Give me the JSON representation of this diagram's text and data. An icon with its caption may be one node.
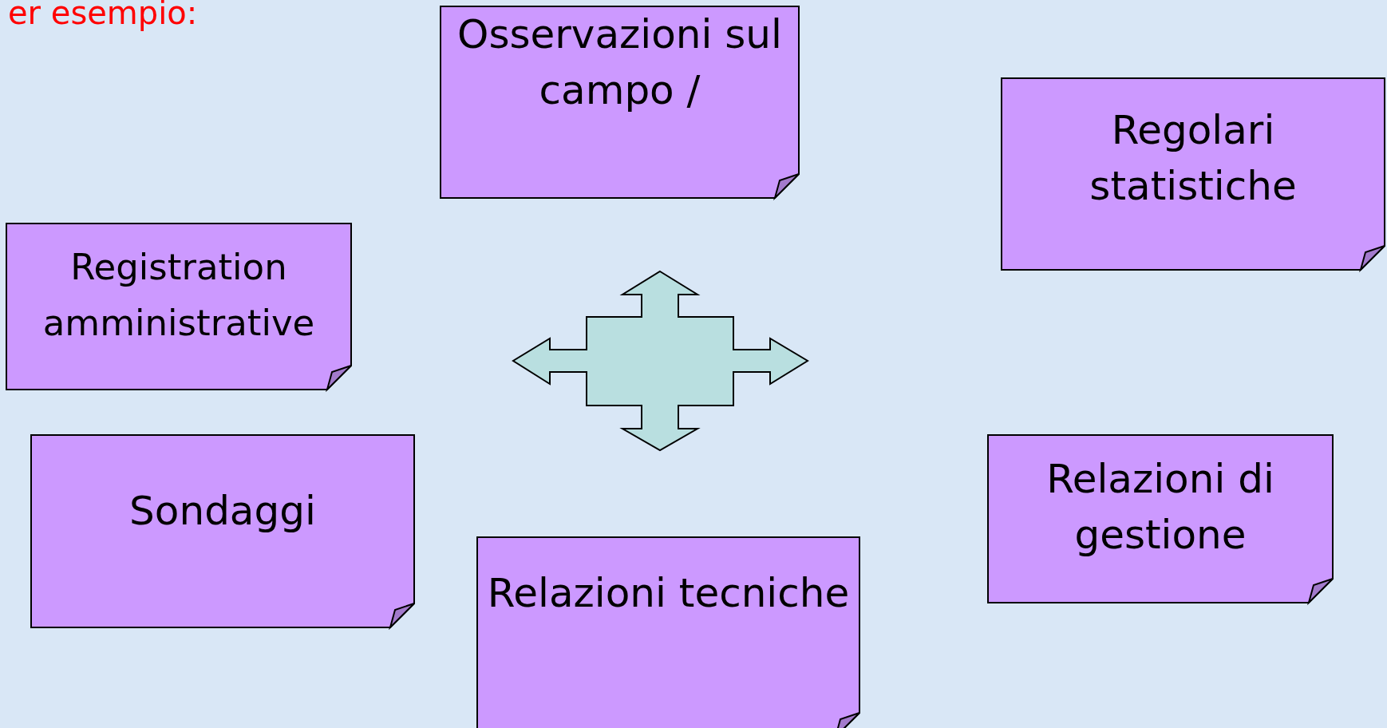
{
  "diagram": {
    "nodes": [
      {
        "text": [
          "Osservazioni sul campo /"
        ]
      },
      {
        "text": [
          "Regolari statistiche"
        ]
      },
      {
        "text": [
          "Registration amministrative"
        ]
      },
      {
        "text": [
          "Sondaggi"
        ]
      },
      {
        "text": [
          "Relazioni di gestione"
        ]
      },
      {
        "text": [
          "Relazioni tecniche"
        ]
      }
    ],
    "labels": [
      "er esempio:"
    ]
  }
}
